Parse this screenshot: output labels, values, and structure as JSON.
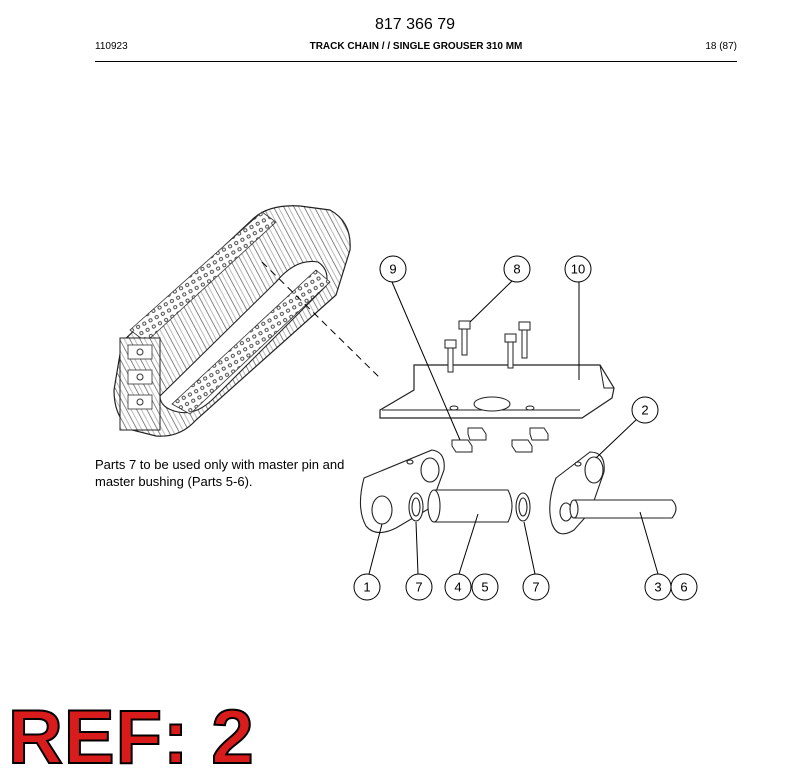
{
  "header": {
    "doc_number": "817 366 79",
    "date_code": "110923",
    "title": "TRACK CHAIN / / SINGLE GROUSER 310 MM",
    "page": "18 (87)"
  },
  "note": "Parts 7 to be used only with master pin and master bushing (Parts 5-6).",
  "callouts": {
    "c1": "1",
    "c2": "2",
    "c3": "3",
    "c4": "4",
    "c5": "5",
    "c6": "6",
    "c7a": "7",
    "c7b": "7",
    "c8": "8",
    "c9": "9",
    "c10": "10"
  },
  "ref_label": "REF: 2"
}
